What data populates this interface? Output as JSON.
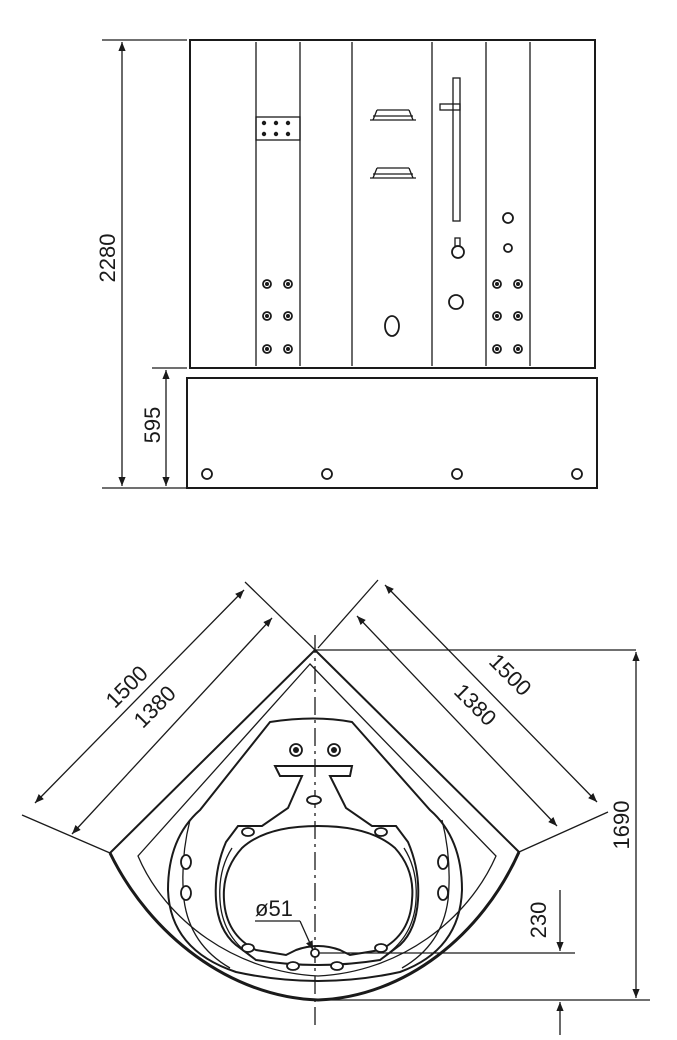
{
  "front_view": {
    "dim_total_height": "2280",
    "dim_base_height": "595"
  },
  "top_view": {
    "dim_outer_left": "1500",
    "dim_inner_left": "1380",
    "dim_outer_right": "1500",
    "dim_inner_right": "1380",
    "dim_depth": "1690",
    "dim_offset": "230",
    "dim_drain": "ø51"
  }
}
